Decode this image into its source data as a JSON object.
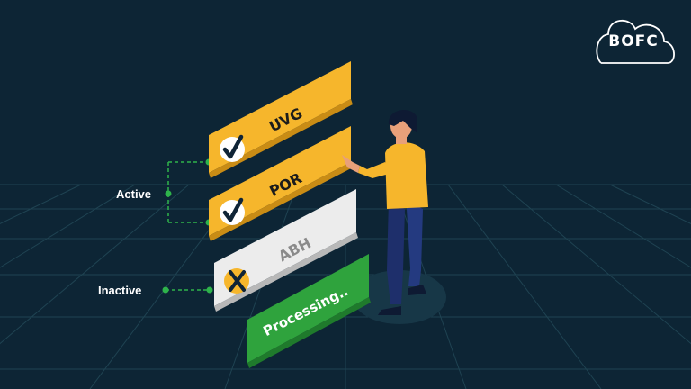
{
  "logo": {
    "text": "BOFC"
  },
  "labels": {
    "active": "Active",
    "inactive": "Inactive"
  },
  "cards": [
    {
      "text": "UVG",
      "status": "checked"
    },
    {
      "text": "POR",
      "status": "checked"
    },
    {
      "text": "ABH",
      "status": "crossed"
    },
    {
      "text": "Processing..",
      "status": "processing"
    }
  ],
  "colors": {
    "background": "#0d2535",
    "grid": "#1f4352",
    "card_yellow": "#f6b62c",
    "card_yellow_side": "#c98c15",
    "card_gray": "#ececec",
    "card_gray_side": "#b8b8b8",
    "card_green": "#2fa33d",
    "card_green_side": "#1f7a2c",
    "connector": "#2eb34b",
    "check": "#0f2436"
  }
}
